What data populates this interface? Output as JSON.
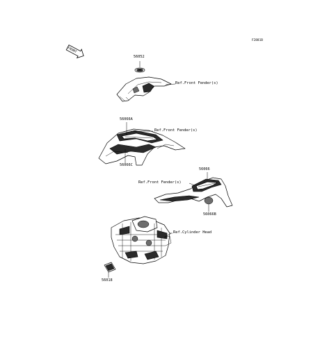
{
  "figure_id": "F2881B",
  "front_marker": "FRONT",
  "parts": [
    {
      "number": "56052"
    },
    {
      "number": "56066A"
    },
    {
      "number": "56066C"
    },
    {
      "number": "56066"
    },
    {
      "number": "56066B"
    },
    {
      "number": "56018"
    }
  ],
  "references": [
    {
      "text": "Ref.Front Fender(s)"
    },
    {
      "text": "Ref.Front Fender(s)"
    },
    {
      "text": "Ref.Front Fender(s)"
    },
    {
      "text": "Ref.Cylinder Head"
    }
  ]
}
